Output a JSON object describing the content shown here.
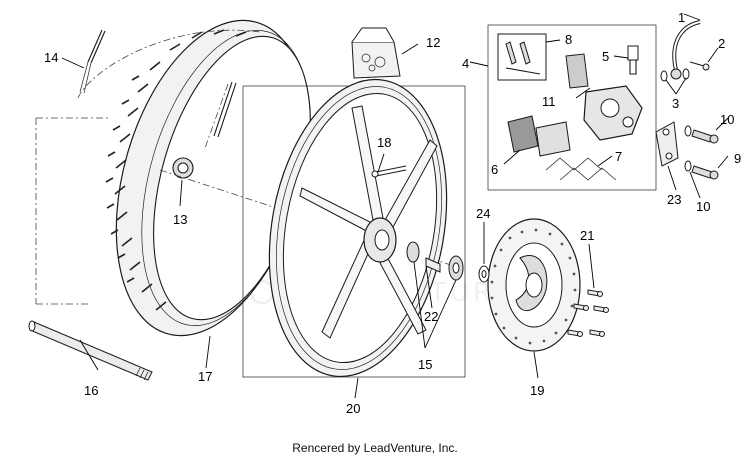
{
  "diagram": {
    "callouts": [
      "1",
      "2",
      "3",
      "4",
      "5",
      "6",
      "7",
      "8",
      "9",
      "10",
      "10",
      "11",
      "12",
      "13",
      "14",
      "15",
      "15",
      "16",
      "17",
      "18",
      "19",
      "20",
      "21",
      "22",
      "23",
      "24"
    ],
    "watermark": "LEADVENTURE",
    "footer_credit": "Rencered by LeadVenture, Inc."
  },
  "colors": {
    "line": "#1a1a1a",
    "background": "#ffffff"
  }
}
